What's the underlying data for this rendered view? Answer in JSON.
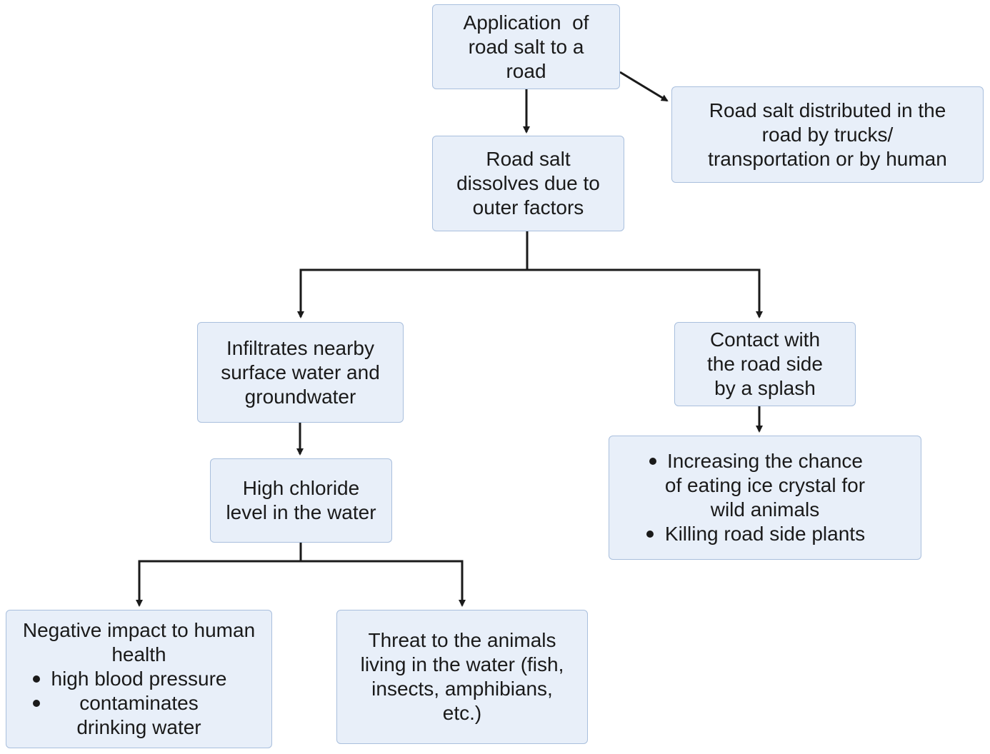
{
  "nodes": {
    "application": {
      "lines": [
        "Application  of",
        "road salt to a",
        "road"
      ]
    },
    "distributed": {
      "lines": [
        "Road salt distributed in the",
        "road by trucks/",
        "transportation or by human"
      ]
    },
    "dissolves": {
      "lines": [
        "Road salt",
        "dissolves due to",
        "outer factors"
      ]
    },
    "infiltrates": {
      "lines": [
        "Infiltrates nearby",
        "surface water and",
        "groundwater"
      ]
    },
    "contact": {
      "lines": [
        "Contact with",
        "the road side",
        "by a splash"
      ]
    },
    "chloride": {
      "lines": [
        "High chloride",
        "level in the water"
      ]
    },
    "roadside_effects": {
      "bullets": [
        {
          "lines": [
            "Increasing the chance",
            "of eating ice crystal for",
            "wild animals"
          ]
        },
        {
          "lines": [
            "Killing road side plants"
          ]
        }
      ]
    },
    "human_health": {
      "heading": [
        "Negative impact to human",
        "health"
      ],
      "bullets": [
        {
          "lines": [
            "high blood pressure"
          ]
        },
        {
          "lines": [
            "contaminates",
            "drinking water"
          ]
        }
      ]
    },
    "animals_threat": {
      "lines": [
        "Threat to the animals",
        "living in the water (fish,",
        "insects, amphibians,",
        "etc.)"
      ]
    }
  },
  "style": {
    "box_fill": "#e8eff9",
    "box_border": "#a9bfdd",
    "connector_color": "#1a1a1a"
  }
}
